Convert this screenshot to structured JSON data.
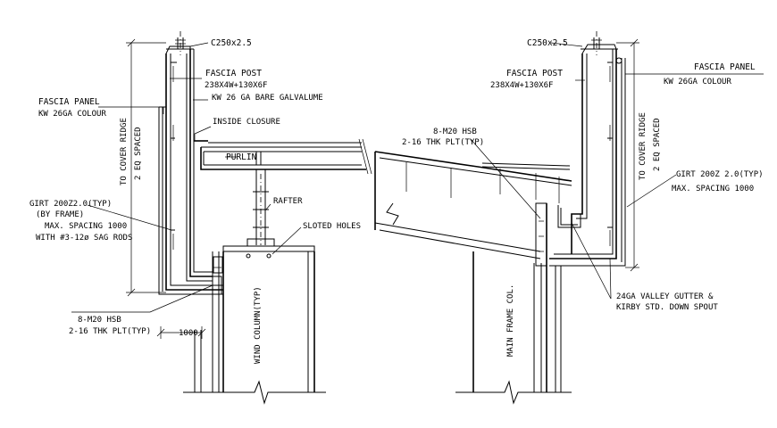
{
  "left_detail": {
    "c_section": "C250x2.5",
    "fascia_post": "FASCIA POST",
    "fascia_post_spec": "238X4W+130X6F",
    "sheet_spec": "KW 26 GA BARE GALVALUME",
    "fascia_panel": "FASCIA PANEL",
    "fascia_panel_spec": "KW 26GA COLOUR",
    "inside_closure": "INSIDE CLOSURE",
    "purlin": "PURLIN",
    "cover_ridge": "TO COVER RIDGE",
    "eq_spaced": "2 EQ SPACED",
    "rafter": "RAFTER",
    "sloted_holes": "SLOTED HOLES",
    "girt": "GIRT 200Z2.0(TYP)",
    "by_frame": "(BY FRAME)",
    "max_spacing": "MAX. SPACING 1000",
    "sag_rods": "WITH #3-12ø SAG RODS",
    "bolts": "8-M20 HSB",
    "plates": "2-16 THK PLT(TYP)",
    "dim_1000": "1000",
    "wind_column": "WIND COLUMN(TYP)"
  },
  "right_detail": {
    "c_section": "C250x2.5",
    "fascia_post": "FASCIA POST",
    "fascia_post_spec": "238X4W+130X6F",
    "fascia_panel": "FASCIA PANEL",
    "fascia_panel_spec": "KW 26GA COLOUR",
    "bolts": "8-M20 HSB",
    "plates": "2-16 THK PLT(TYP)",
    "cover_ridge": "TO COVER RIDGE",
    "eq_spaced": "2 EQ SPACED",
    "girt": "GIRT 200Z 2.0(TYP)",
    "max_spacing": "MAX. SPACING 1000",
    "main_frame_col": "MAIN FRAME COL.",
    "gutter": "24GA VALLEY GUTTER &",
    "downspout": "KIRBY STD. DOWN SPOUT"
  }
}
